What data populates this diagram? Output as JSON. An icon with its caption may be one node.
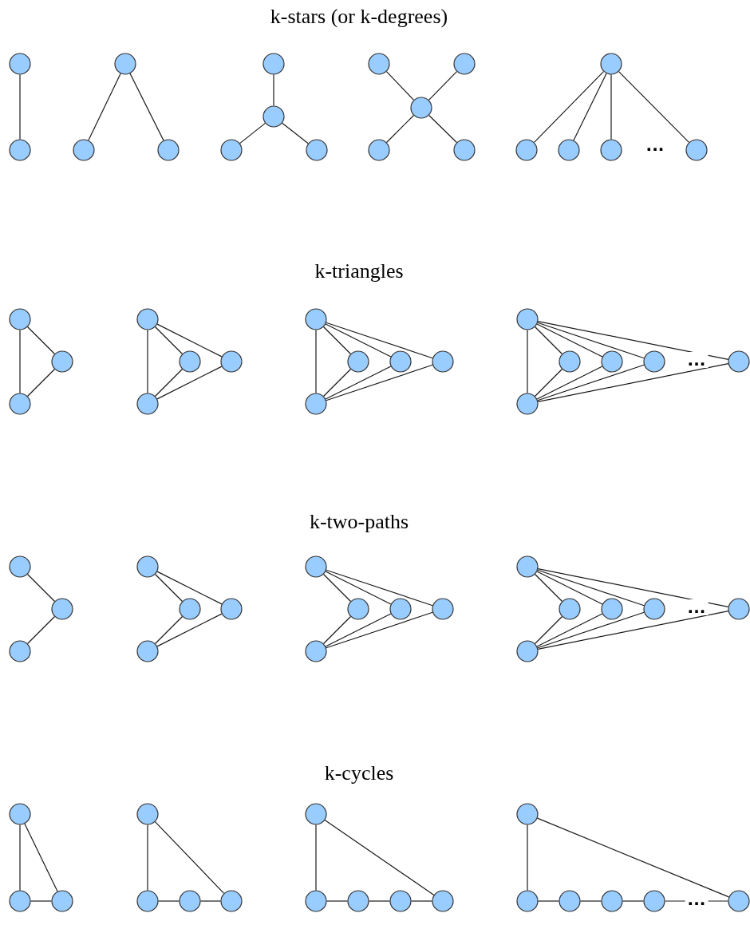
{
  "diagram": {
    "nodes": [
      {
        "text": [],
        "shape": "circle"
      },
      {
        "text": [],
        "shape": "circle"
      },
      {
        "text": [],
        "shape": "circle"
      },
      {
        "text": [],
        "shape": "circle"
      },
      {
        "text": [],
        "shape": "circle"
      },
      {
        "text": [],
        "shape": "circle"
      },
      {
        "text": [],
        "shape": "circle"
      },
      {
        "text": [],
        "shape": "circle"
      },
      {
        "text": [],
        "shape": "circle"
      },
      {
        "text": [],
        "shape": "circle"
      },
      {
        "text": [],
        "shape": "circle"
      },
      {
        "text": [],
        "shape": "circle"
      },
      {
        "text": [],
        "shape": "circle"
      },
      {
        "text": [],
        "shape": "circle"
      },
      {
        "text": [],
        "shape": "circle"
      },
      {
        "text": [],
        "shape": "circle"
      },
      {
        "text": [],
        "shape": "circle"
      },
      {
        "text": [],
        "shape": "circle"
      },
      {
        "text": [],
        "shape": "circle"
      },
      {
        "text": [],
        "shape": "circle"
      },
      {
        "text": [],
        "shape": "circle"
      },
      {
        "text": [],
        "shape": "circle"
      },
      {
        "text": [],
        "shape": "circle"
      },
      {
        "text": [],
        "shape": "circle"
      },
      {
        "text": [],
        "shape": "circle"
      },
      {
        "text": [],
        "shape": "circle"
      },
      {
        "text": [],
        "shape": "circle"
      },
      {
        "text": [],
        "shape": "circle"
      },
      {
        "text": [],
        "shape": "circle"
      },
      {
        "text": [],
        "shape": "circle"
      },
      {
        "text": [],
        "shape": "circle"
      },
      {
        "text": [],
        "shape": "circle"
      },
      {
        "text": [],
        "shape": "circle"
      },
      {
        "text": [],
        "shape": "circle"
      },
      {
        "text": [],
        "shape": "circle"
      },
      {
        "text": [],
        "shape": "circle"
      },
      {
        "text": [],
        "shape": "circle"
      },
      {
        "text": [],
        "shape": "circle"
      },
      {
        "text": [],
        "shape": "circle"
      },
      {
        "text": [],
        "shape": "circle"
      },
      {
        "text": [],
        "shape": "circle"
      },
      {
        "text": [],
        "shape": "circle"
      },
      {
        "text": [],
        "shape": "circle"
      },
      {
        "text": [],
        "shape": "circle"
      },
      {
        "text": [],
        "shape": "circle"
      },
      {
        "text": [],
        "shape": "circle"
      },
      {
        "text": [],
        "shape": "circle"
      },
      {
        "text": [],
        "shape": "circle"
      },
      {
        "text": [],
        "shape": "circle"
      },
      {
        "text": [],
        "shape": "circle"
      },
      {
        "text": [],
        "shape": "circle"
      },
      {
        "text": [],
        "shape": "circle"
      },
      {
        "text": [],
        "shape": "circle"
      },
      {
        "text": [],
        "shape": "circle"
      },
      {
        "text": [],
        "shape": "circle"
      },
      {
        "text": [],
        "shape": "circle"
      },
      {
        "text": [],
        "shape": "circle"
      },
      {
        "text": [],
        "shape": "circle"
      },
      {
        "text": [],
        "shape": "circle"
      },
      {
        "text": [],
        "shape": "circle"
      },
      {
        "text": [],
        "shape": "circle"
      },
      {
        "text": [],
        "shape": "circle"
      },
      {
        "text": [],
        "shape": "circle"
      },
      {
        "text": [],
        "shape": "circle"
      },
      {
        "text": [],
        "shape": "circle"
      },
      {
        "text": [],
        "shape": "circle"
      },
      {
        "text": [],
        "shape": "circle"
      },
      {
        "text": [],
        "shape": "circle"
      },
      {
        "text": [],
        "shape": "circle"
      },
      {
        "text": [],
        "shape": "circle"
      },
      {
        "text": [],
        "shape": "circle"
      },
      {
        "text": [],
        "shape": "circle"
      },
      {
        "text": [],
        "shape": "circle"
      }
    ],
    "edges": [
      {
        "from": 0,
        "to": 1,
        "arrow": "none"
      },
      {
        "from": 2,
        "to": 3,
        "arrow": "none"
      },
      {
        "from": 2,
        "to": 4,
        "arrow": "none"
      },
      {
        "from": 5,
        "to": 6,
        "arrow": "none"
      },
      {
        "from": 6,
        "to": 7,
        "arrow": "none"
      },
      {
        "from": 6,
        "to": 8,
        "arrow": "none"
      },
      {
        "from": 9,
        "to": 11,
        "arrow": "none"
      },
      {
        "from": 10,
        "to": 11,
        "arrow": "none"
      },
      {
        "from": 11,
        "to": 12,
        "arrow": "none"
      },
      {
        "from": 11,
        "to": 13,
        "arrow": "none"
      },
      {
        "from": 14,
        "to": 15,
        "arrow": "none"
      },
      {
        "from": 14,
        "to": 16,
        "arrow": "none"
      },
      {
        "from": 14,
        "to": 17,
        "arrow": "none"
      },
      {
        "from": 14,
        "to": 18,
        "arrow": "none"
      },
      {
        "from": 19,
        "to": 21,
        "arrow": "none"
      },
      {
        "from": 19,
        "to": 20,
        "arrow": "none"
      },
      {
        "from": 21,
        "to": 20,
        "arrow": "none"
      },
      {
        "from": 22,
        "to": 25,
        "arrow": "none"
      },
      {
        "from": 22,
        "to": 23,
        "arrow": "none"
      },
      {
        "from": 22,
        "to": 24,
        "arrow": "none"
      },
      {
        "from": 25,
        "to": 23,
        "arrow": "none"
      },
      {
        "from": 25,
        "to": 24,
        "arrow": "none"
      },
      {
        "from": 26,
        "to": 30,
        "arrow": "none"
      },
      {
        "from": 26,
        "to": 27,
        "arrow": "none"
      },
      {
        "from": 26,
        "to": 28,
        "arrow": "none"
      },
      {
        "from": 26,
        "to": 29,
        "arrow": "none"
      },
      {
        "from": 30,
        "to": 27,
        "arrow": "none"
      },
      {
        "from": 30,
        "to": 28,
        "arrow": "none"
      },
      {
        "from": 30,
        "to": 29,
        "arrow": "none"
      },
      {
        "from": 31,
        "to": 36,
        "arrow": "none"
      },
      {
        "from": 31,
        "to": 32,
        "arrow": "none"
      },
      {
        "from": 31,
        "to": 33,
        "arrow": "none"
      },
      {
        "from": 31,
        "to": 34,
        "arrow": "none"
      },
      {
        "from": 31,
        "to": 35,
        "arrow": "none"
      },
      {
        "from": 36,
        "to": 32,
        "arrow": "none"
      },
      {
        "from": 36,
        "to": 33,
        "arrow": "none"
      },
      {
        "from": 36,
        "to": 34,
        "arrow": "none"
      },
      {
        "from": 36,
        "to": 35,
        "arrow": "none"
      },
      {
        "from": 37,
        "to": 38,
        "arrow": "none"
      },
      {
        "from": 39,
        "to": 38,
        "arrow": "none"
      },
      {
        "from": 40,
        "to": 41,
        "arrow": "none"
      },
      {
        "from": 40,
        "to": 42,
        "arrow": "none"
      },
      {
        "from": 43,
        "to": 41,
        "arrow": "none"
      },
      {
        "from": 43,
        "to": 42,
        "arrow": "none"
      },
      {
        "from": 44,
        "to": 45,
        "arrow": "none"
      },
      {
        "from": 44,
        "to": 46,
        "arrow": "none"
      },
      {
        "from": 44,
        "to": 47,
        "arrow": "none"
      },
      {
        "from": 48,
        "to": 45,
        "arrow": "none"
      },
      {
        "from": 48,
        "to": 46,
        "arrow": "none"
      },
      {
        "from": 48,
        "to": 47,
        "arrow": "none"
      },
      {
        "from": 49,
        "to": 50,
        "arrow": "none"
      },
      {
        "from": 49,
        "to": 51,
        "arrow": "none"
      },
      {
        "from": 49,
        "to": 52,
        "arrow": "none"
      },
      {
        "from": 49,
        "to": 53,
        "arrow": "none"
      },
      {
        "from": 54,
        "to": 50,
        "arrow": "none"
      },
      {
        "from": 54,
        "to": 51,
        "arrow": "none"
      },
      {
        "from": 54,
        "to": 52,
        "arrow": "none"
      },
      {
        "from": 54,
        "to": 53,
        "arrow": "none"
      },
      {
        "from": 55,
        "to": 56,
        "arrow": "none"
      },
      {
        "from": 56,
        "to": 57,
        "arrow": "none"
      },
      {
        "from": 55,
        "to": 57,
        "arrow": "none"
      },
      {
        "from": 58,
        "to": 59,
        "arrow": "none"
      },
      {
        "from": 59,
        "to": 60,
        "arrow": "none"
      },
      {
        "from": 60,
        "to": 61,
        "arrow": "none"
      },
      {
        "from": 58,
        "to": 61,
        "arrow": "none"
      },
      {
        "from": 62,
        "to": 63,
        "arrow": "none"
      },
      {
        "from": 63,
        "to": 64,
        "arrow": "none"
      },
      {
        "from": 64,
        "to": 65,
        "arrow": "none"
      },
      {
        "from": 65,
        "to": 66,
        "arrow": "none"
      },
      {
        "from": 62,
        "to": 66,
        "arrow": "none"
      },
      {
        "from": 67,
        "to": 68,
        "arrow": "none"
      },
      {
        "from": 68,
        "to": 69,
        "arrow": "none"
      },
      {
        "from": 69,
        "to": 70,
        "arrow": "none"
      },
      {
        "from": 70,
        "to": 71,
        "arrow": "none"
      },
      {
        "from": 71,
        "to": 72,
        "arrow": "none"
      },
      {
        "from": 67,
        "to": 72,
        "arrow": "none"
      }
    ],
    "labels": [
      "k-stars (or k-degrees)",
      "...",
      "k-triangles",
      "...",
      "k-two-paths",
      "...",
      "k-cycles",
      "..."
    ]
  }
}
